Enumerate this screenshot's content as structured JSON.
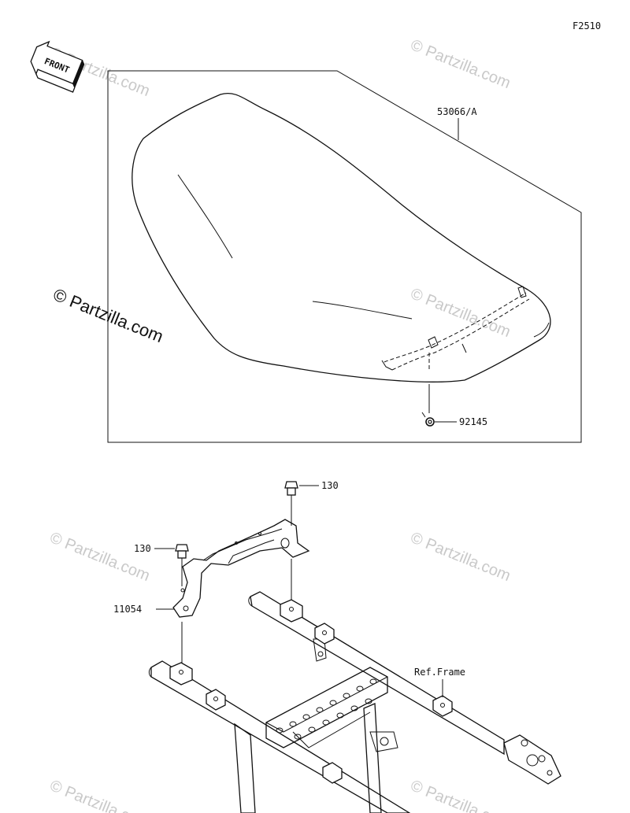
{
  "figure_code": "F2510",
  "front_label": "FRONT",
  "parts": {
    "seat": "53066/A",
    "spring": "92145",
    "bolt_right": "130",
    "bolt_left": "130",
    "bracket": "11054",
    "frame_ref": "Ref.Frame"
  },
  "watermarks": {
    "main": "© Partzilla.com",
    "faint": "© Partzilla.com"
  },
  "colors": {
    "line": "#111111",
    "watermark": "#c9c9c9",
    "background": "#ffffff"
  }
}
